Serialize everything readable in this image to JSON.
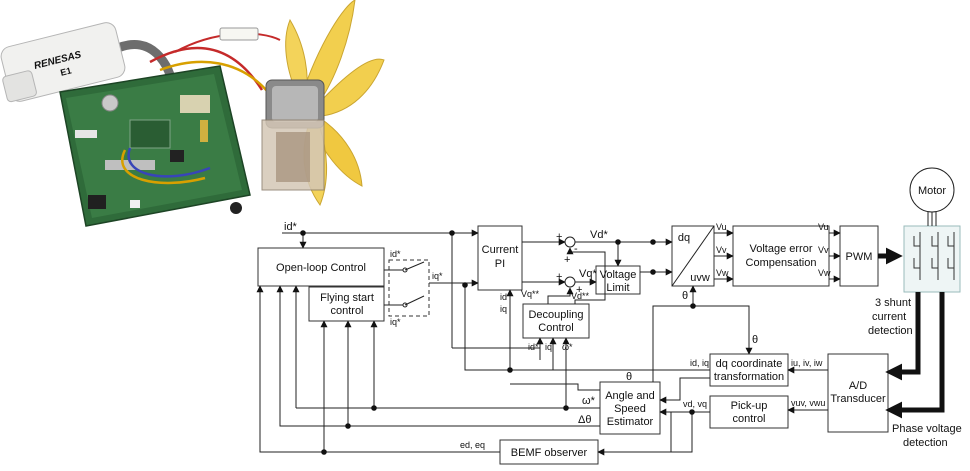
{
  "photo": {
    "emulator_brand": "RENESAS",
    "emulator_model": "E1",
    "board": "controller-board",
    "fan": "yellow-fan-motor"
  },
  "blocks": {
    "open_loop": "Open-loop Control",
    "flying_start": [
      "Flying start",
      "control"
    ],
    "current_pi": [
      "Current",
      "PI"
    ],
    "voltage_limit": [
      "Voltage",
      "Limit"
    ],
    "decoupling": [
      "Decoupling",
      "Control"
    ],
    "dq_top": "dq",
    "dq_bottom": "uvw",
    "voltage_error": [
      "Voltage error",
      "Compensation"
    ],
    "pwm": "PWM",
    "motor": "Motor",
    "dq_transform": [
      "dq coordinate",
      "transformation"
    ],
    "ad": [
      "A/D",
      "Transducer"
    ],
    "estimator": [
      "Angle and",
      "Speed",
      "Estimator"
    ],
    "pickup": [
      "Pick-up",
      "control"
    ],
    "bemf": "BEMF observer"
  },
  "labels": {
    "id_star_in": "id*",
    "id_star_sw": "id*",
    "iq_star_sw": "iq*",
    "iq_star_out": "iq*",
    "id_fb": "id",
    "iq_fb": "iq",
    "vd_star": "Vd*",
    "vq_star": "Vq*",
    "vq_star2": "Vq**",
    "vd_star2": "Vd**",
    "plus1": "+",
    "minus1": "-",
    "plus2": "+",
    "plus3": "+",
    "plus4": "+",
    "vu": "Vu",
    "vv": "Vv",
    "vw": "Vw",
    "vu2": "Vu",
    "vv2": "Vv",
    "vw2": "Vw",
    "theta1": "θ",
    "theta2": "θ",
    "theta3": "θ",
    "dec_id": "id*",
    "dec_iq": "iq",
    "dec_w": "ω*",
    "id_iq": "id, iq",
    "iu_iv_iw": "iu, iv, iw",
    "omega_star": "ω*",
    "delta_theta": "Δθ",
    "vd_vq": "vd, vq",
    "vuv_vwu": "vuv, vwu",
    "ed_eq": "ed, eq",
    "shunt": [
      "3 shunt",
      "current",
      "detection"
    ],
    "phase": [
      "Phase voltage",
      "detection"
    ]
  }
}
